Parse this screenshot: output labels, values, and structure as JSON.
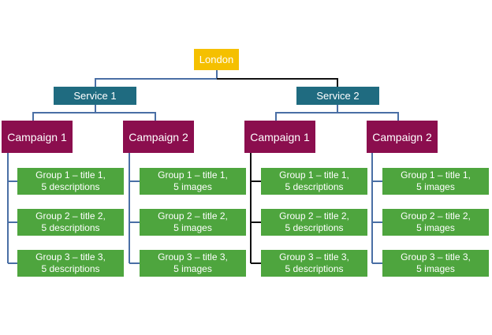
{
  "root": {
    "label": "London"
  },
  "services": [
    {
      "label": "Service 1",
      "campaigns": [
        {
          "label": "Campaign 1",
          "groups": [
            {
              "line1": "Group 1 – title 1,",
              "line2": "5 descriptions"
            },
            {
              "line1": "Group 2 – title 2,",
              "line2": "5 descriptions"
            },
            {
              "line1": "Group 3 – title 3,",
              "line2": "5 descriptions"
            }
          ]
        },
        {
          "label": "Campaign 2",
          "groups": [
            {
              "line1": "Group 1 – title 1,",
              "line2": "5 images"
            },
            {
              "line1": "Group 2 – title 2,",
              "line2": "5 images"
            },
            {
              "line1": "Group 3 – title 3,",
              "line2": "5 images"
            }
          ]
        }
      ]
    },
    {
      "label": "Service 2",
      "campaigns": [
        {
          "label": "Campaign 1",
          "groups": [
            {
              "line1": "Group 1 – title 1,",
              "line2": "5 descriptions"
            },
            {
              "line1": "Group 2 – title 2,",
              "line2": "5 descriptions"
            },
            {
              "line1": "Group 3 – title 3,",
              "line2": "5 descriptions"
            }
          ]
        },
        {
          "label": "Campaign 2",
          "groups": [
            {
              "line1": "Group 1 – title 1,",
              "line2": "5 images"
            },
            {
              "line1": "Group 2 – title 2,",
              "line2": "5 images"
            },
            {
              "line1": "Group 3 – title 3,",
              "line2": "5 images"
            }
          ]
        }
      ]
    }
  ],
  "colors": {
    "root": "#f5c000",
    "service": "#1f6b80",
    "campaign": "#8b0e4e",
    "group": "#4ea53e",
    "connector": "#4a6fa5",
    "connector_dark": "#111111"
  }
}
